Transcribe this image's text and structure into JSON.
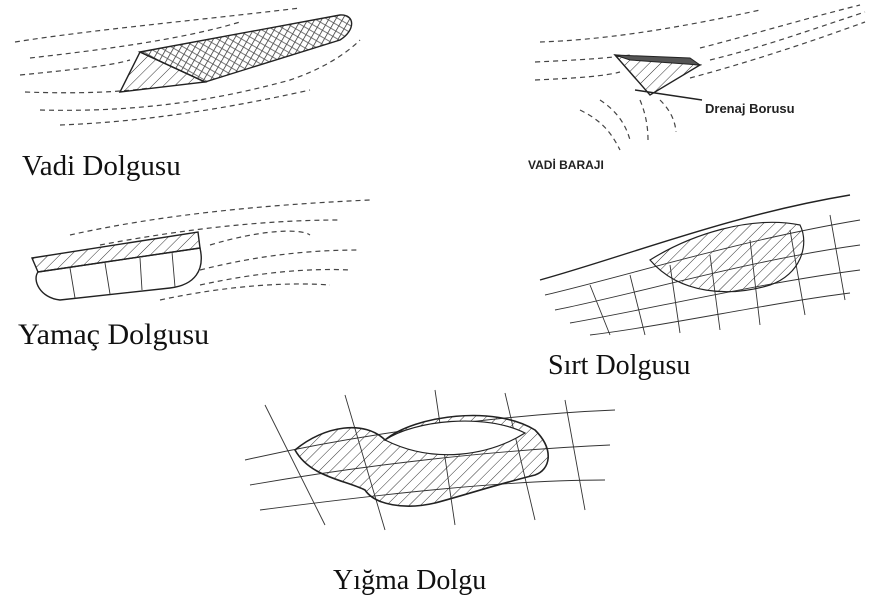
{
  "figures": {
    "valley_fill": {
      "caption": "Vadi Dolgusu"
    },
    "valley_dam": {
      "label": "VADİ BARAJI",
      "pipe_label": "Drenaj Borusu"
    },
    "slope_fill": {
      "caption": "Yamaç Dolgusu"
    },
    "ridge_fill": {
      "caption": "Sırt Dolgusu"
    },
    "heap_fill": {
      "caption": "Yığma Dolgu"
    }
  }
}
